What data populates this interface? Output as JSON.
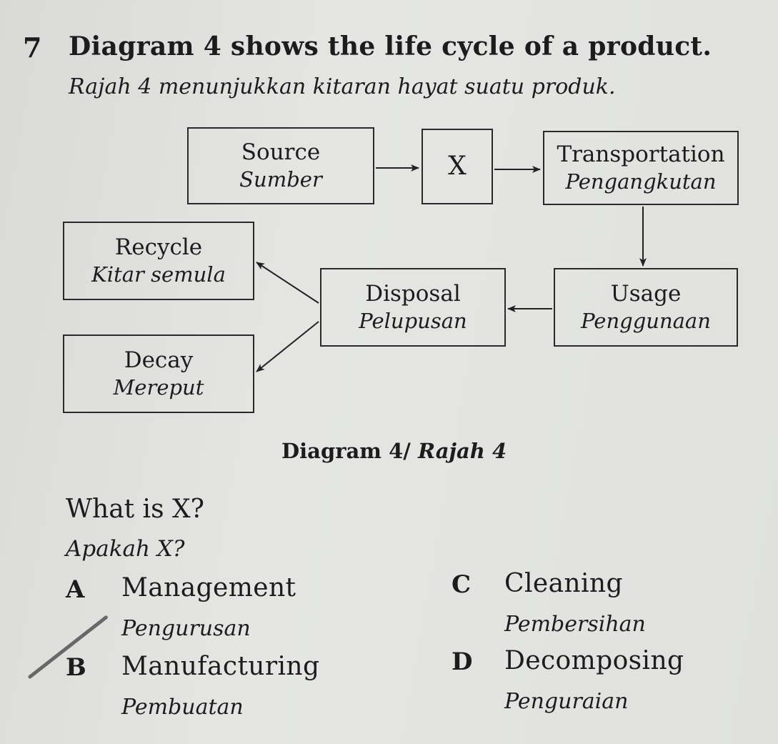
{
  "question": {
    "number": "7",
    "stem_en": "Diagram 4 shows the life cycle of a product.",
    "stem_ms": "Rajah 4 menunjukkan kitaran hayat suatu produk."
  },
  "diagram": {
    "source": {
      "en": "Source",
      "ms": "Sumber"
    },
    "x": {
      "label": "X"
    },
    "transportation": {
      "en": "Transportation",
      "ms": "Pengangkutan"
    },
    "usage": {
      "en": "Usage",
      "ms": "Penggunaan"
    },
    "disposal": {
      "en": "Disposal",
      "ms": "Pelupusan"
    },
    "recycle": {
      "en": "Recycle",
      "ms": "Kitar semula"
    },
    "decay": {
      "en": "Decay",
      "ms": "Mereput"
    },
    "caption_en": "Diagram 4/",
    "caption_ms": "Rajah 4"
  },
  "prompt": {
    "en": "What is X?",
    "ms": "Apakah X?"
  },
  "options": {
    "a": {
      "letter": "A",
      "en": "Management",
      "ms": "Pengurusan"
    },
    "b": {
      "letter": "B",
      "en": "Manufacturing",
      "ms": "Pembuatan"
    },
    "c": {
      "letter": "C",
      "en": "Cleaning",
      "ms": "Pembersihan"
    },
    "d": {
      "letter": "D",
      "en": "Decomposing",
      "ms": "Penguraian"
    }
  }
}
